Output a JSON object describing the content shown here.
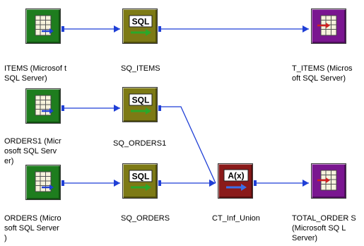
{
  "colors": {
    "source": "#1e7d1e",
    "sq": "#7d7a15",
    "target": "#7a1690",
    "expression": "#8a1a1a",
    "link": "#1f3fd6"
  },
  "nodes": {
    "items_src": {
      "kind": "source",
      "icon": "table-arrow-blue-icon",
      "label": "ITEMS (Microsof t\nSQL Server)"
    },
    "sq_items": {
      "kind": "sq",
      "icon": "sql-icon",
      "badge": "SQL",
      "label": "SQ_ITEMS"
    },
    "t_items": {
      "kind": "target",
      "icon": "table-arrow-red-icon",
      "label": "T_ITEMS (Micros\noft SQL Server)"
    },
    "orders1_src": {
      "kind": "source",
      "icon": "table-arrow-blue-icon",
      "label": "ORDERS1 (Micr\nosoft SQL Serv\ner)"
    },
    "sq_orders1": {
      "kind": "sq",
      "icon": "sql-icon",
      "badge": "SQL",
      "label": "SQ_ORDERS1"
    },
    "orders_src": {
      "kind": "source",
      "icon": "table-arrow-blue-icon",
      "label": "ORDERS (Micro\nsoft SQL Server\n)"
    },
    "sq_orders": {
      "kind": "sq",
      "icon": "sql-icon",
      "badge": "SQL",
      "label": "SQ_ORDERS"
    },
    "ct_union": {
      "kind": "expression",
      "icon": "expression-icon",
      "badge": "A(x)",
      "label": "CT_Inf_Union"
    },
    "total_order": {
      "kind": "target",
      "icon": "table-arrow-red-icon",
      "label": "TOTAL_ORDER S\n(Microsoft SQ L\nServer)"
    }
  }
}
